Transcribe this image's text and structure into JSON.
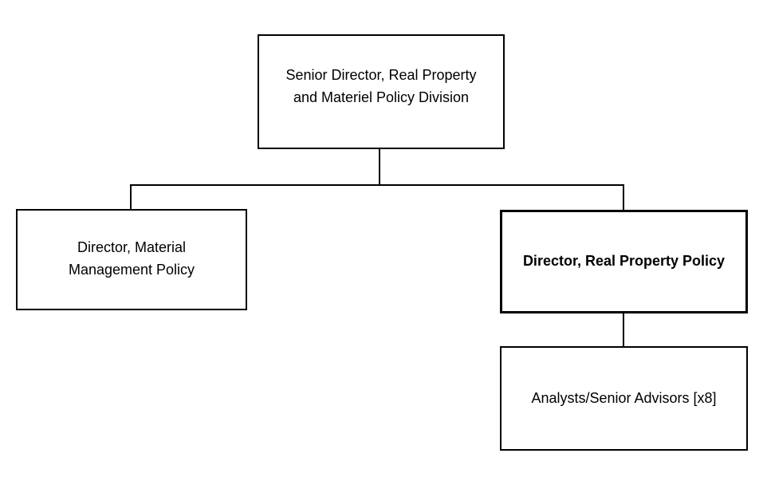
{
  "diagram": {
    "type": "org-chart",
    "background_color": "#ffffff",
    "box_fill_color": "#ffffff",
    "box_border_color": "#000000",
    "text_color": "#000000",
    "connector_color": "#000000",
    "nodes": [
      {
        "id": "senior-director-real-property-and-materiel-policy-division",
        "label": "Senior Director, Real Property\nand Materiel Policy Division",
        "bold": false,
        "level": 1
      },
      {
        "id": "director-material-management-policy",
        "label": "Director, Material\nManagement Policy",
        "bold": false,
        "level": 2
      },
      {
        "id": "director-real-property-policy",
        "label": "Director, Real Property Policy",
        "bold": true,
        "level": 2
      },
      {
        "id": "analysts-senior-advisors",
        "label": "Analysts/Senior Advisors [x8]",
        "bold": false,
        "level": 3
      }
    ],
    "edges": [
      {
        "from": "senior-director-real-property-and-materiel-policy-division",
        "to": "director-material-management-policy"
      },
      {
        "from": "senior-director-real-property-and-materiel-policy-division",
        "to": "director-real-property-policy"
      },
      {
        "from": "director-real-property-policy",
        "to": "analysts-senior-advisors"
      }
    ]
  }
}
